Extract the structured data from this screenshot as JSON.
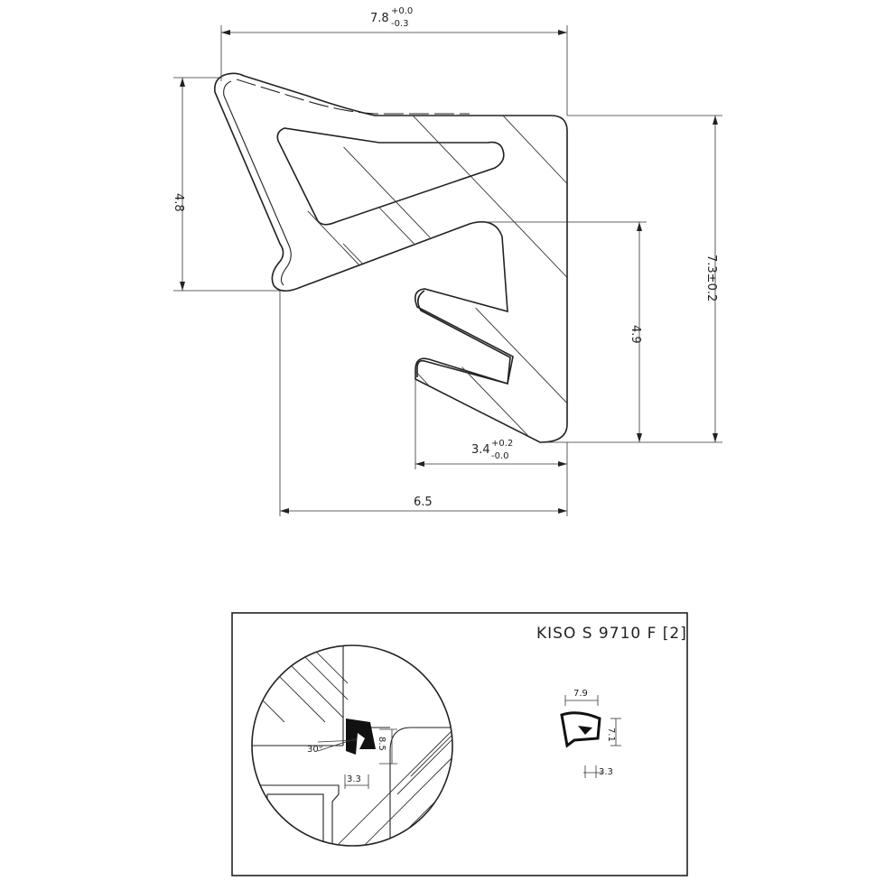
{
  "main_drawing": {
    "dims": {
      "top_width": "7.8",
      "top_width_tol_plus": "+0.0",
      "top_width_tol_minus": "-0.3",
      "left_height": "4.8",
      "right_height": "7.3±0.2",
      "inner_height": "4.9",
      "slot_width": "3.4",
      "slot_width_tol_plus": "+0.2",
      "slot_width_tol_minus": "-0.0",
      "bottom_width": "6.5"
    }
  },
  "detail_panel": {
    "title": "KISO S 9710 F [2]",
    "circle_dims": {
      "angle": "30°",
      "height": "8.5",
      "width": "3.3"
    },
    "mini_dims": {
      "width": "7.9",
      "height": "7.1",
      "slot": "3.3"
    }
  }
}
